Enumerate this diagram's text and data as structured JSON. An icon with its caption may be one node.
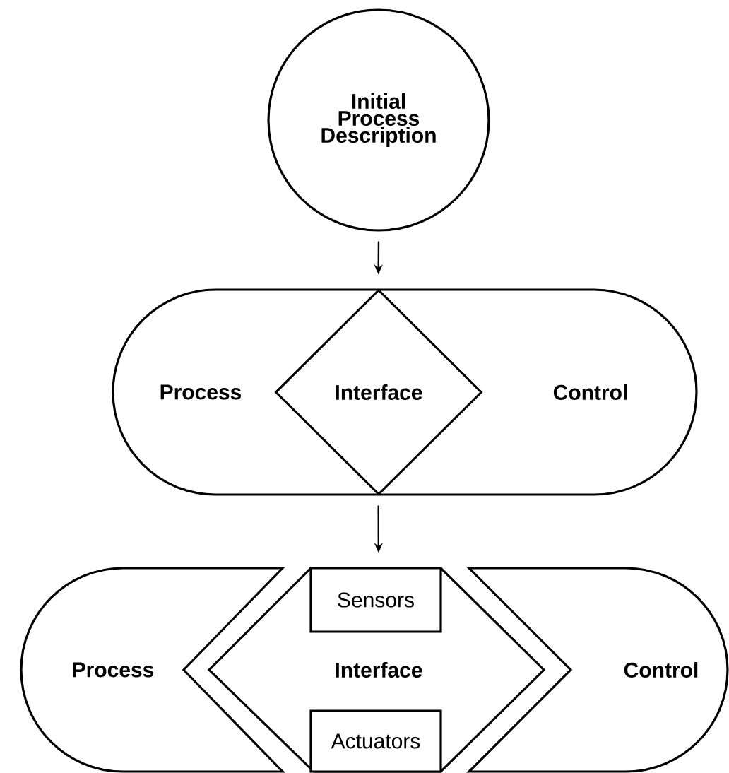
{
  "diagram": {
    "nodes": [
      {
        "text": [
          "Initial Process Description"
        ]
      },
      {
        "text": [
          "Process",
          "Control"
        ]
      },
      {
        "text": [
          "Interface"
        ],
        "in": 1
      },
      {
        "text": [
          "Process"
        ]
      },
      {
        "text": [
          "Interface"
        ]
      },
      {
        "text": [
          "Sensors"
        ],
        "in": 4
      },
      {
        "text": [
          "Actuators"
        ],
        "in": 4
      },
      {
        "text": [
          "Control"
        ]
      }
    ],
    "edges": [
      {
        "from": 0,
        "to": 1,
        "arrow": "to"
      },
      {
        "from": 1,
        "to": 4,
        "arrow": "to"
      }
    ]
  }
}
